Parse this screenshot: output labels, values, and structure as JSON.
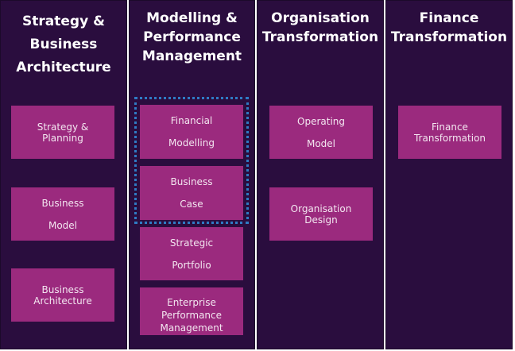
{
  "columns": [
    {
      "title": "Strategy &\nBusiness\nArchitecture",
      "items": [
        "Strategy &\nPlanning",
        "Business\n\nModel",
        "Business\nArchitecture"
      ]
    },
    {
      "title": "Modelling &\nPerformance\nManagement",
      "items": [
        "Financial\n\nModelling",
        "Business\n\nCase",
        "Strategic\n\nPortfolio",
        "Enterprise\nPerformance\nManagement"
      ]
    },
    {
      "title": "Organisation\nTransformation",
      "items": [
        "Operating\n\nModel",
        "Organisation\nDesign"
      ]
    },
    {
      "title": "Finance\nTransformation",
      "items": [
        "Finance\nTransformation"
      ]
    }
  ],
  "colors": {
    "column_background": "#2a0d3e",
    "box_fill": "#9b2a7e",
    "highlight_border": "#2f7bc4"
  }
}
